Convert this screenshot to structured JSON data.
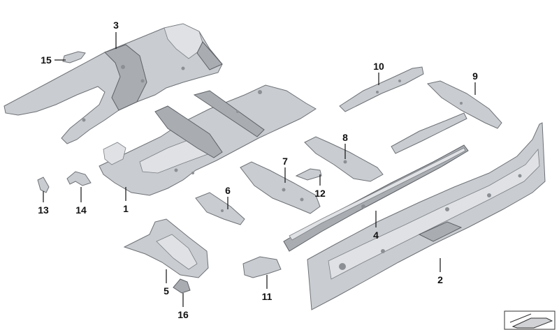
{
  "callouts": [
    {
      "id": "1",
      "label": "1"
    },
    {
      "id": "2",
      "label": "2"
    },
    {
      "id": "3",
      "label": "3"
    },
    {
      "id": "4",
      "label": "4"
    },
    {
      "id": "5",
      "label": "5"
    },
    {
      "id": "6",
      "label": "6"
    },
    {
      "id": "7",
      "label": "7"
    },
    {
      "id": "8",
      "label": "8"
    },
    {
      "id": "9",
      "label": "9"
    },
    {
      "id": "10",
      "label": "10"
    },
    {
      "id": "11",
      "label": "11"
    },
    {
      "id": "12",
      "label": "12"
    },
    {
      "id": "13",
      "label": "13"
    },
    {
      "id": "14",
      "label": "14"
    },
    {
      "id": "15",
      "label": "15"
    },
    {
      "id": "16",
      "label": "16"
    }
  ],
  "icons": {
    "corner": "reference-arrow-icon"
  }
}
